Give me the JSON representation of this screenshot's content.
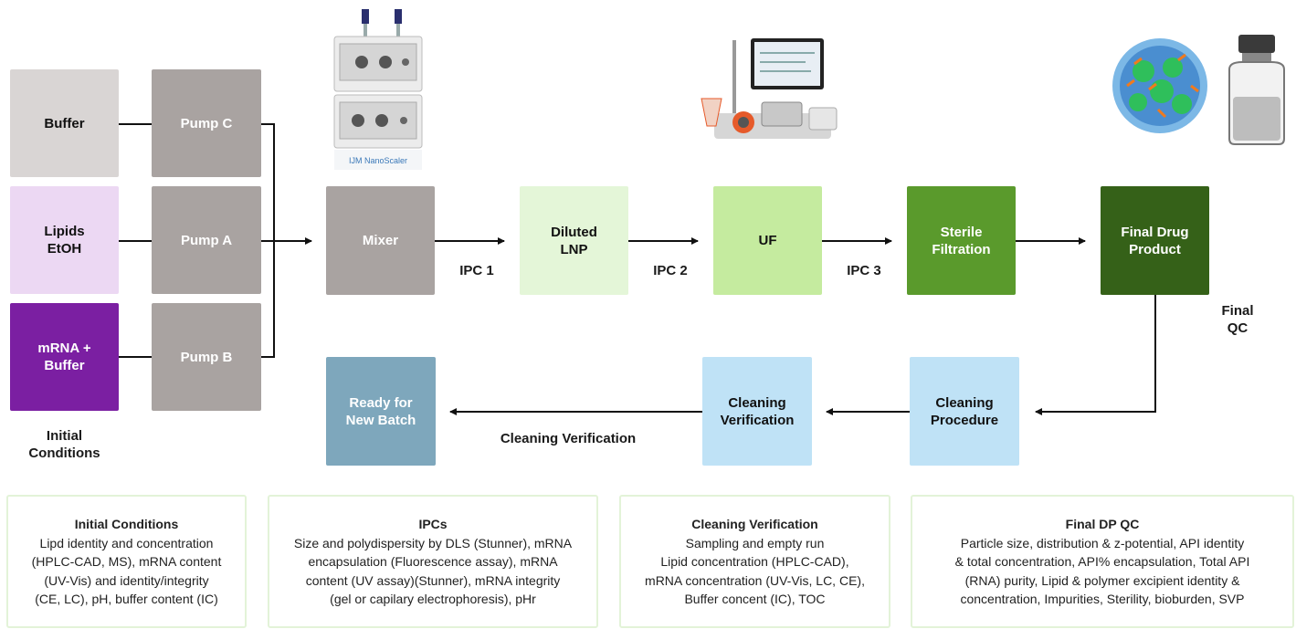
{
  "inputs": {
    "buffer": "Buffer",
    "lipids": "Lipids\nEtOH",
    "mrna": "mRNA +\nBuffer",
    "caption": "Initial\nConditions"
  },
  "pumps": {
    "c": "Pump C",
    "a": "Pump A",
    "b": "Pump B"
  },
  "process": {
    "mixer": "Mixer",
    "diluted": "Diluted\nLNP",
    "uf": "UF",
    "sterile": "Sterile\nFiltration",
    "final": "Final Drug\nProduct"
  },
  "return_path": {
    "cleaning_procedure": "Cleaning\nProcedure",
    "cleaning_verification": "Cleaning\nVerification",
    "ready": "Ready for\nNew Batch"
  },
  "arrow_labels": {
    "ipc1": "IPC 1",
    "ipc2": "IPC 2",
    "ipc3": "IPC 3",
    "final_qc": "Final\nQC",
    "cleaning_verification": "Cleaning Verification"
  },
  "images": {
    "nanoscaler_caption": "IJM NanoScaler"
  },
  "panels": {
    "initial": {
      "title": "Initial Conditions",
      "body": "Lipd identity and concentration\n(HPLC-CAD, MS), mRNA content\n(UV-Vis) and identity/integrity\n(CE, LC), pH, buffer content (IC)"
    },
    "ipcs": {
      "title": "IPCs",
      "body": "Size and polydispersity by DLS (Stunner), mRNA\nencapsulation (Fluorescence assay), mRNA\ncontent (UV assay)(Stunner), mRNA integrity\n(gel or capilary electrophoresis), pHr"
    },
    "cleaning": {
      "title": "Cleaning Verification",
      "body": "Sampling and empty run\nLipid concentration (HPLC-CAD),\nmRNA concentration (UV-Vis, LC, CE),\nBuffer concent (IC), TOC"
    },
    "final_qc": {
      "title": "Final DP QC",
      "body": "Particle size, distribution & z-potential, API identity\n& total concentration, API% encapsulation, Total API\n(RNA) purity, Lipid & polymer excipient identity &\nconcentration, Impurities, Sterility, bioburden, SVP"
    }
  },
  "colors": {
    "buffer": "#d9d5d4",
    "lipids": "#ecd8f3",
    "mrna": "#7b1fa2",
    "pump": "#a9a3a1",
    "mixer": "#a9a3a1",
    "diluted": "#e4f6d8",
    "uf": "#c5eb9f",
    "sterile": "#5a9a2c",
    "final": "#356118",
    "cleaning": "#bfe2f6",
    "ready": "#7ea7bc"
  }
}
